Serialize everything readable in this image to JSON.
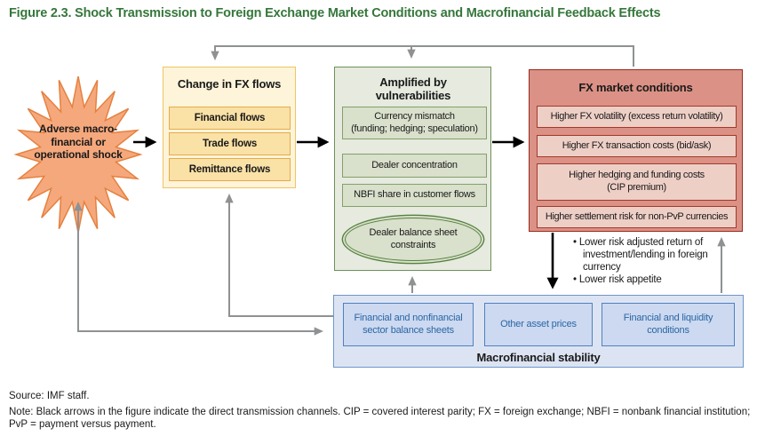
{
  "title": "Figure 2.3. Shock Transmission to Foreign Exchange Market Conditions and Macrofinancial Feedback Effects",
  "shock": {
    "lines": [
      "Adverse macro-",
      "financial or",
      "operational shock"
    ]
  },
  "fx_flows": {
    "title": "Change in FX flows",
    "items": [
      "Financial flows",
      "Trade flows",
      "Remittance flows"
    ]
  },
  "vulnerabilities": {
    "title": "Amplified by vulnerabilities",
    "items": [
      [
        "Currency mismatch",
        "(funding; hedging; speculation)"
      ],
      [
        "Dealer concentration"
      ],
      [
        "NBFI share in customer flows"
      ]
    ],
    "ellipse": "Dealer balance sheet constraints"
  },
  "fx_market": {
    "title": "FX market conditions",
    "items": [
      [
        "Higher FX volatility (excess return volatility)"
      ],
      [
        "Higher FX transaction costs (bid/ask)"
      ],
      [
        "Higher hedging and funding costs",
        "(CIP premium)"
      ],
      [
        "Higher settlement risk for non-PvP currencies"
      ]
    ]
  },
  "macro_stability": {
    "title": "Macrofinancial stability",
    "items": [
      "Financial and nonfinancial sector balance sheets",
      "Other asset prices",
      "Financial and liquidity conditions"
    ]
  },
  "bullets": [
    "• Lower risk adjusted return of investment/lending in foreign currency",
    "• Lower risk appetite"
  ],
  "source": "Source: IMF staff.",
  "note": "Note: Black arrows in the figure indicate the direct transmission channels. CIP = covered interest parity; FX = foreign exchange; NBFI = nonbank financial institution; PvP = payment versus payment.",
  "colors": {
    "title_green": "#35773B",
    "shock_fill": "#F5A87C",
    "shock_border": "#E5813F",
    "yellow_bg": "#FEF4D9",
    "yellow_border": "#F0C464",
    "green_bg": "#E6EADF",
    "green_border": "#6E9159",
    "red_bg": "#DB9185",
    "red_border": "#9B291F",
    "blue_bg": "#DCE4F3",
    "blue_border": "#6E96CB",
    "blue_text": "#2A66A5",
    "direct_arrow": "#000000",
    "feedback_arrow": "#8F9193"
  }
}
